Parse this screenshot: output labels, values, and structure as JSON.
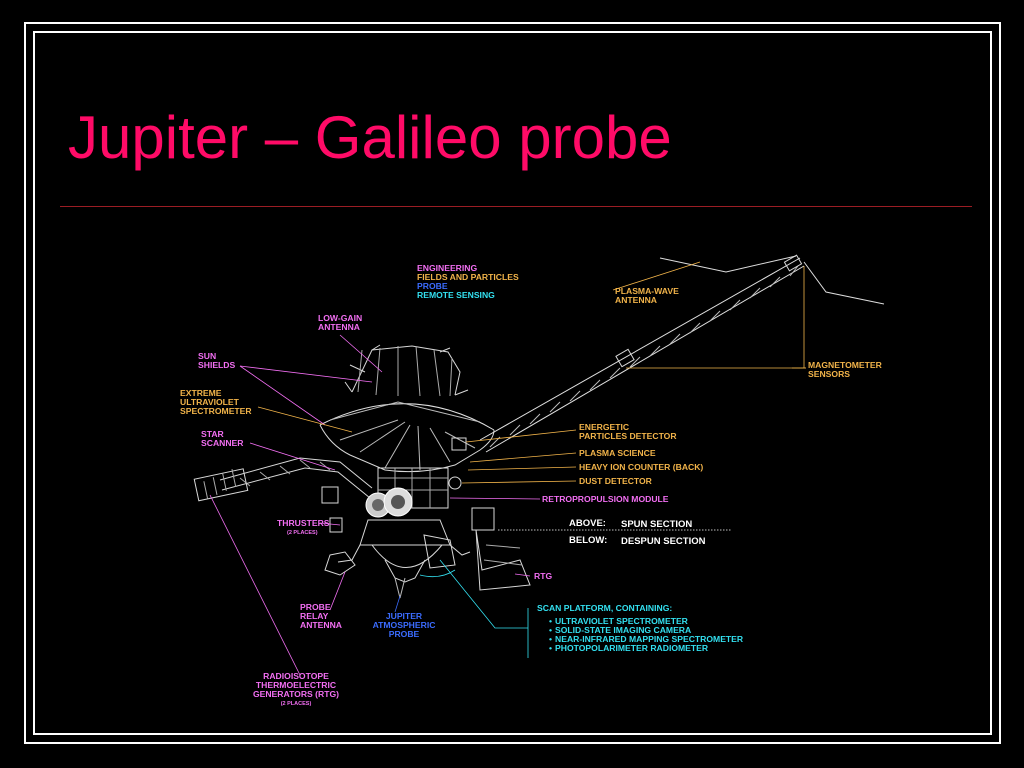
{
  "slide": {
    "title": "Jupiter – Galileo probe"
  },
  "colors": {
    "title": "#ff0b67",
    "rule": "#9b1d24",
    "engineering_pink": "#f36ff3",
    "fields_particles_gold": "#f2b44a",
    "probe_blue": "#3b6cff",
    "remote_sensing_cyan": "#33e0f0",
    "white": "#ffffff"
  },
  "legend": {
    "engineering": "ENGINEERING",
    "fields_particles": "FIELDS AND PARTICLES",
    "probe": "PROBE",
    "remote_sensing": "REMOTE SENSING"
  },
  "labels": {
    "low_gain_1": "LOW-GAIN",
    "low_gain_2": "ANTENNA",
    "sun_shields_1": "SUN",
    "sun_shields_2": "SHIELDS",
    "euv_1": "EXTREME",
    "euv_2": "ULTRAVIOLET",
    "euv_3": "SPECTROMETER",
    "star_scanner_1": "STAR",
    "star_scanner_2": "SCANNER",
    "thrusters": "THRUSTERS",
    "thrusters_note": "(2 PLACES)",
    "probe_relay_1": "PROBE",
    "probe_relay_2": "RELAY",
    "probe_relay_3": "ANTENNA",
    "jupiter_probe_1": "JUPITER",
    "jupiter_probe_2": "ATMOSPHERIC",
    "jupiter_probe_3": "PROBE",
    "rtg_gen_1": "RADIOISOTOPE",
    "rtg_gen_2": "THERMOELECTRIC",
    "rtg_gen_3": "GENERATORS (RTG)",
    "rtg_gen_note": "(2 PLACES)",
    "plasma_wave_1": "PLASMA-WAVE",
    "plasma_wave_2": "ANTENNA",
    "magnetometer_1": "MAGNETOMETER",
    "magnetometer_2": "SENSORS",
    "energetic_1": "ENERGETIC",
    "energetic_2": "PARTICLES DETECTOR",
    "plasma_science": "PLASMA SCIENCE",
    "heavy_ion": "HEAVY ION COUNTER (BACK)",
    "dust_detector": "DUST DETECTOR",
    "retropropulsion": "RETROPROPULSION MODULE",
    "above": "ABOVE:",
    "spun": "SPUN SECTION",
    "below": "BELOW:",
    "despun": "DESPUN SECTION",
    "rtg": "RTG",
    "scan_platform": "SCAN PLATFORM, CONTAINING:",
    "scan_items": [
      "ULTRAVIOLET SPECTROMETER",
      "SOLID-STATE IMAGING CAMERA",
      "NEAR-INFRARED MAPPING SPECTROMETER",
      "PHOTOPOLARIMETER RADIOMETER"
    ]
  }
}
